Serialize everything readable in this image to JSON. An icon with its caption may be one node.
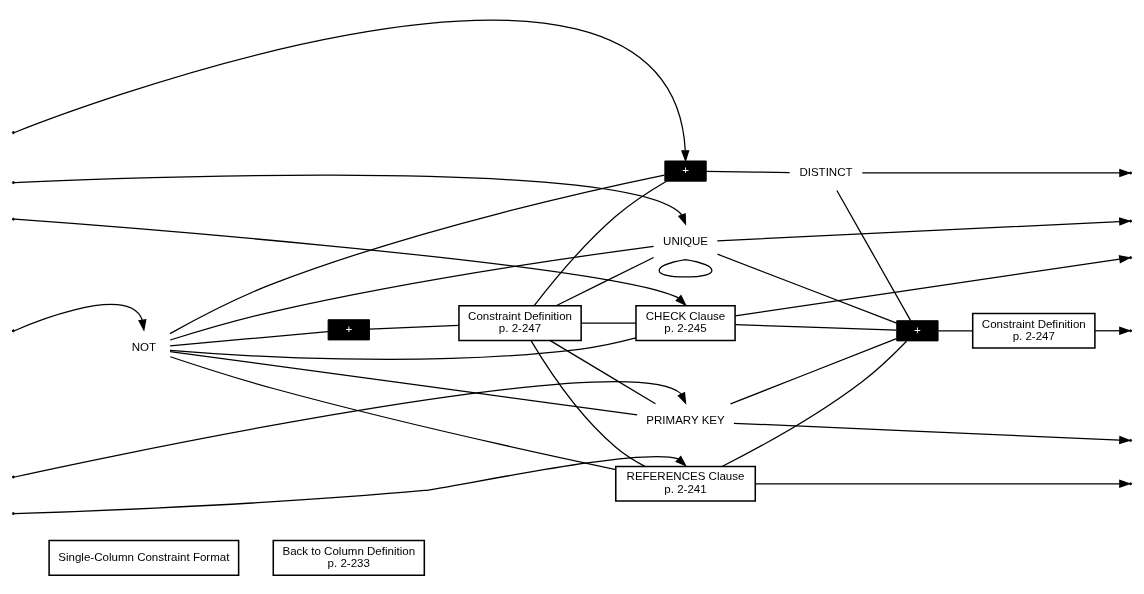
{
  "diagram": {
    "nodes": [
      {
        "text": [
          "Single-Column Constraint Format"
        ]
      },
      {
        "text": [
          "Back to Column Definition",
          "p. 2-233"
        ]
      },
      {
        "text": [
          "NOT"
        ]
      },
      {
        "text": [
          "+"
        ]
      },
      {
        "text": [
          "Constraint Definition",
          "p. 2-247"
        ]
      },
      {
        "text": [
          "UNIQUE"
        ]
      },
      {
        "text": [
          "+"
        ]
      },
      {
        "text": [
          "DISTINCT"
        ]
      },
      {
        "text": [
          "PRIMARY KEY"
        ]
      },
      {
        "text": [
          "REFERENCES Clause",
          "p. 2-241"
        ]
      },
      {
        "text": [
          "CHECK Clause",
          "p. 2-245"
        ]
      },
      {
        "text": [
          "+"
        ]
      },
      {
        "text": [
          "Constraint Definition",
          "p. 2-247"
        ]
      }
    ],
    "edges": [
      {
        "from": null,
        "to": 2,
        "arrow": "to"
      },
      {
        "from": null,
        "to": 5,
        "arrow": "to"
      },
      {
        "from": null,
        "to": 6,
        "arrow": "to"
      },
      {
        "from": null,
        "to": 8,
        "arrow": "to"
      },
      {
        "from": null,
        "to": 9,
        "arrow": "to"
      },
      {
        "from": null,
        "to": 10,
        "arrow": "to"
      },
      {
        "from": 2,
        "to": 3,
        "arrow": "none"
      },
      {
        "from": 3,
        "to": 4,
        "arrow": "none"
      },
      {
        "from": 2,
        "to": 5,
        "arrow": "none"
      },
      {
        "from": 2,
        "to": 6,
        "arrow": "none"
      },
      {
        "from": 2,
        "to": 8,
        "arrow": "none"
      },
      {
        "from": 2,
        "to": 9,
        "arrow": "none"
      },
      {
        "from": 2,
        "to": 10,
        "arrow": "none"
      },
      {
        "from": 4,
        "to": 5,
        "arrow": "none"
      },
      {
        "from": 4,
        "to": 6,
        "arrow": "none"
      },
      {
        "from": 4,
        "to": 8,
        "arrow": "none"
      },
      {
        "from": 4,
        "to": 9,
        "arrow": "none"
      },
      {
        "from": 4,
        "to": 10,
        "arrow": "none"
      },
      {
        "from": 6,
        "to": 7,
        "arrow": "none"
      },
      {
        "from": 5,
        "to": 5,
        "arrow": "none"
      },
      {
        "from": 5,
        "to": 11,
        "arrow": "none"
      },
      {
        "from": 7,
        "to": 11,
        "arrow": "none"
      },
      {
        "from": 8,
        "to": 11,
        "arrow": "none"
      },
      {
        "from": 9,
        "to": 11,
        "arrow": "none"
      },
      {
        "from": 10,
        "to": 11,
        "arrow": "none"
      },
      {
        "from": 11,
        "to": 12,
        "arrow": "none"
      },
      {
        "from": 5,
        "to": null,
        "arrow": "to"
      },
      {
        "from": 7,
        "to": null,
        "arrow": "to"
      },
      {
        "from": 8,
        "to": null,
        "arrow": "to"
      },
      {
        "from": 9,
        "to": null,
        "arrow": "to"
      },
      {
        "from": 10,
        "to": null,
        "arrow": "to"
      },
      {
        "from": 12,
        "to": null,
        "arrow": "to"
      }
    ]
  }
}
